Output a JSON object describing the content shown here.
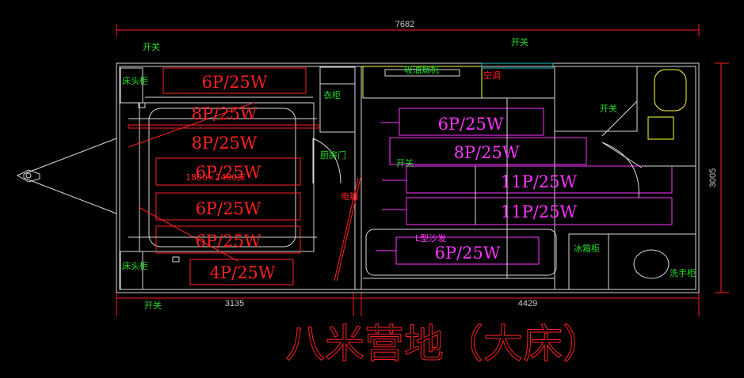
{
  "dimensions": {
    "total_length": "7682",
    "left_length": "3135",
    "right_length": "4429",
    "width": "3005"
  },
  "labels": {
    "switch": "开关",
    "bedside_cabinet": "床头柜",
    "wardrobe": "衣柜",
    "ac": "空调",
    "range_hood": "吸油烟机",
    "kitchen_door": "厨房门",
    "bed_size": "1800×2400床",
    "l_sofa": "L型沙发",
    "fridge": "冰箱柜",
    "basin_cabinet": "洗手柜",
    "electrical": "电箱"
  },
  "lights": {
    "left_1": "6P/25W",
    "left_2": "8P/25W",
    "left_3": "8P/25W",
    "left_4": "6P/25W",
    "left_5": "6P/25W",
    "left_6": "6P/25W",
    "left_7": "4P/25W",
    "right_1": "6P/25W",
    "right_2": "8P/25W",
    "right_3": "11P/25W",
    "right_4": "11P/25W",
    "right_5": "6P/25W"
  },
  "title": "八米营地（大床）",
  "colors": {
    "background": "#000000",
    "wall": "#d8d8d8",
    "red": "#ff2020",
    "magenta": "#ff33ff",
    "green": "#22dd22",
    "yellow": "#ffff33"
  }
}
